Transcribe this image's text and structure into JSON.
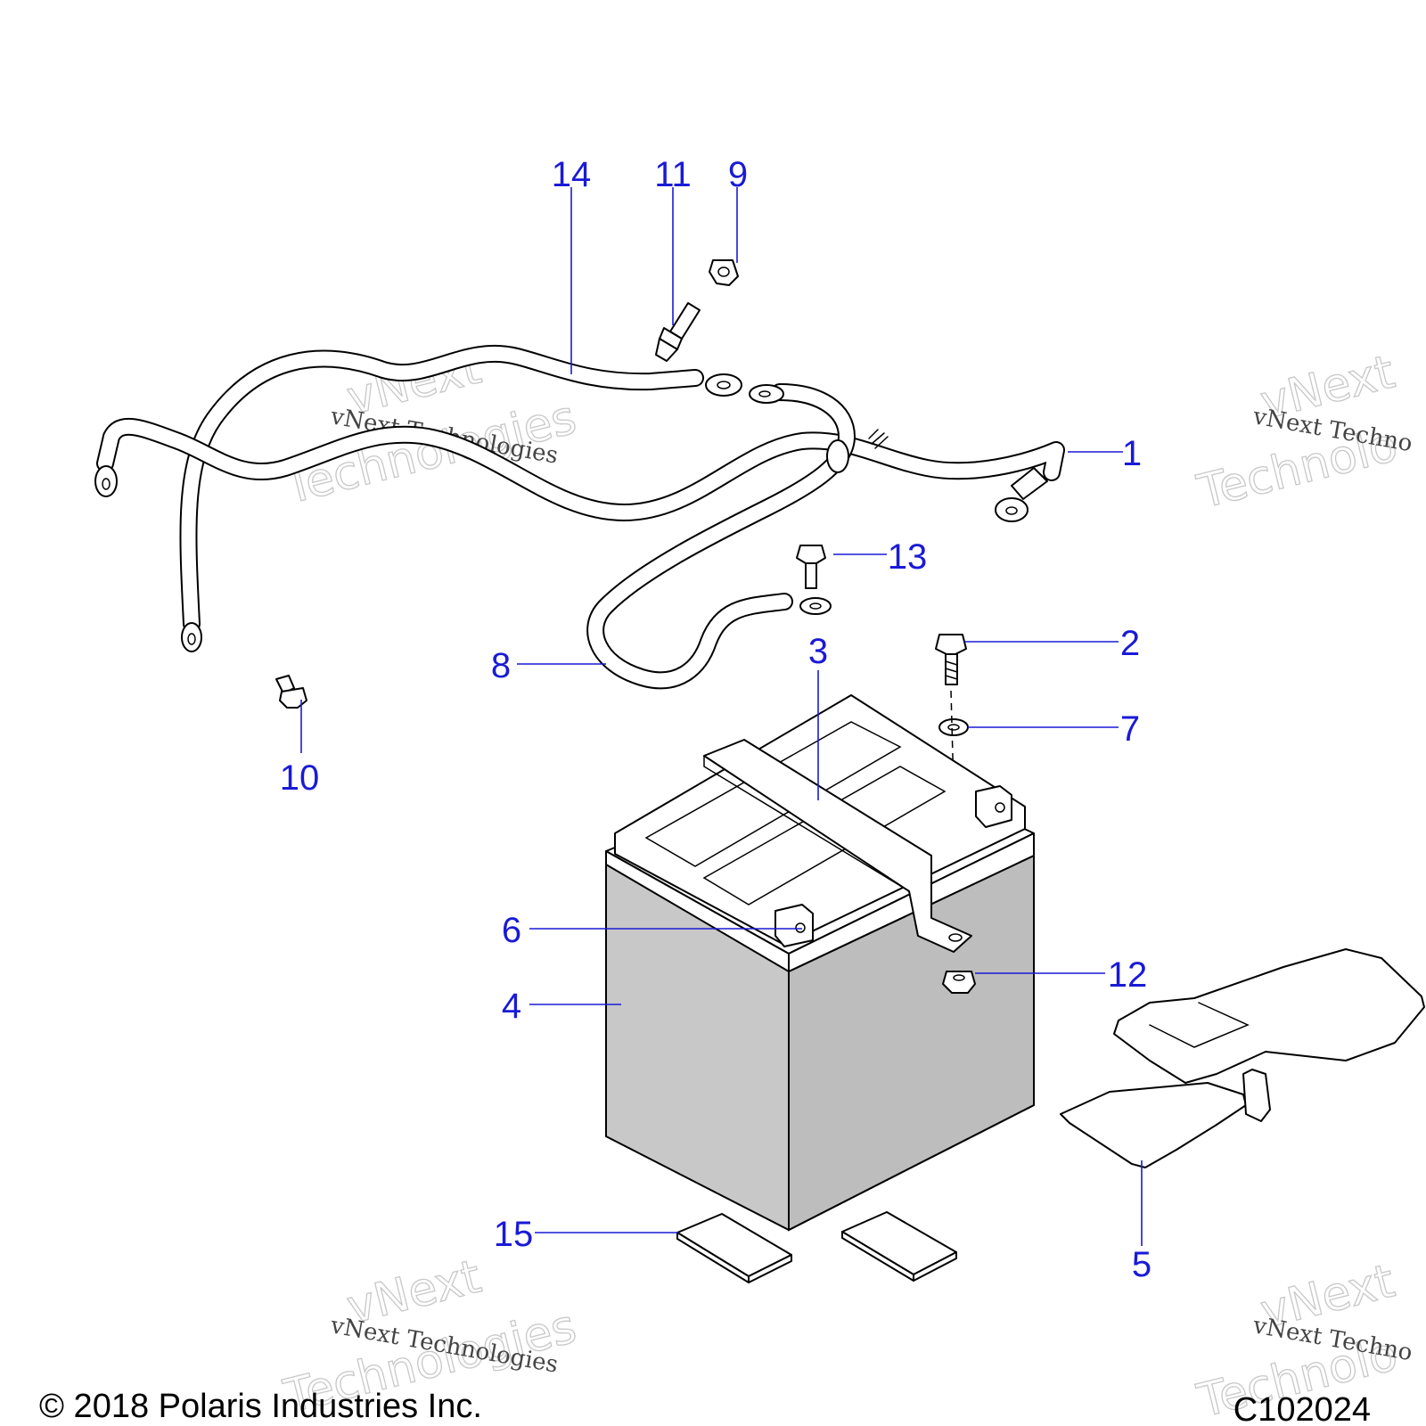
{
  "callouts": {
    "c1": "1",
    "c2": "2",
    "c3": "3",
    "c4": "4",
    "c5": "5",
    "c6": "6",
    "c7": "7",
    "c8": "8",
    "c9": "9",
    "c10": "10",
    "c11": "11",
    "c12": "12",
    "c13": "13",
    "c14": "14",
    "c15": "15"
  },
  "watermark": {
    "line_small": "vNext Technologies",
    "line_large_1": "vNext",
    "line_large_2": "Technologies",
    "line_large_right": "Technolo",
    "line_small_right": "vNext Techno"
  },
  "footer": {
    "copyright": "© 2018 Polaris Industries Inc.",
    "diagram_code": "C102024"
  },
  "colors": {
    "callout": "#1a1ad6",
    "battery_side": "#c8c8c8",
    "battery_front": "#bdbdbd"
  }
}
